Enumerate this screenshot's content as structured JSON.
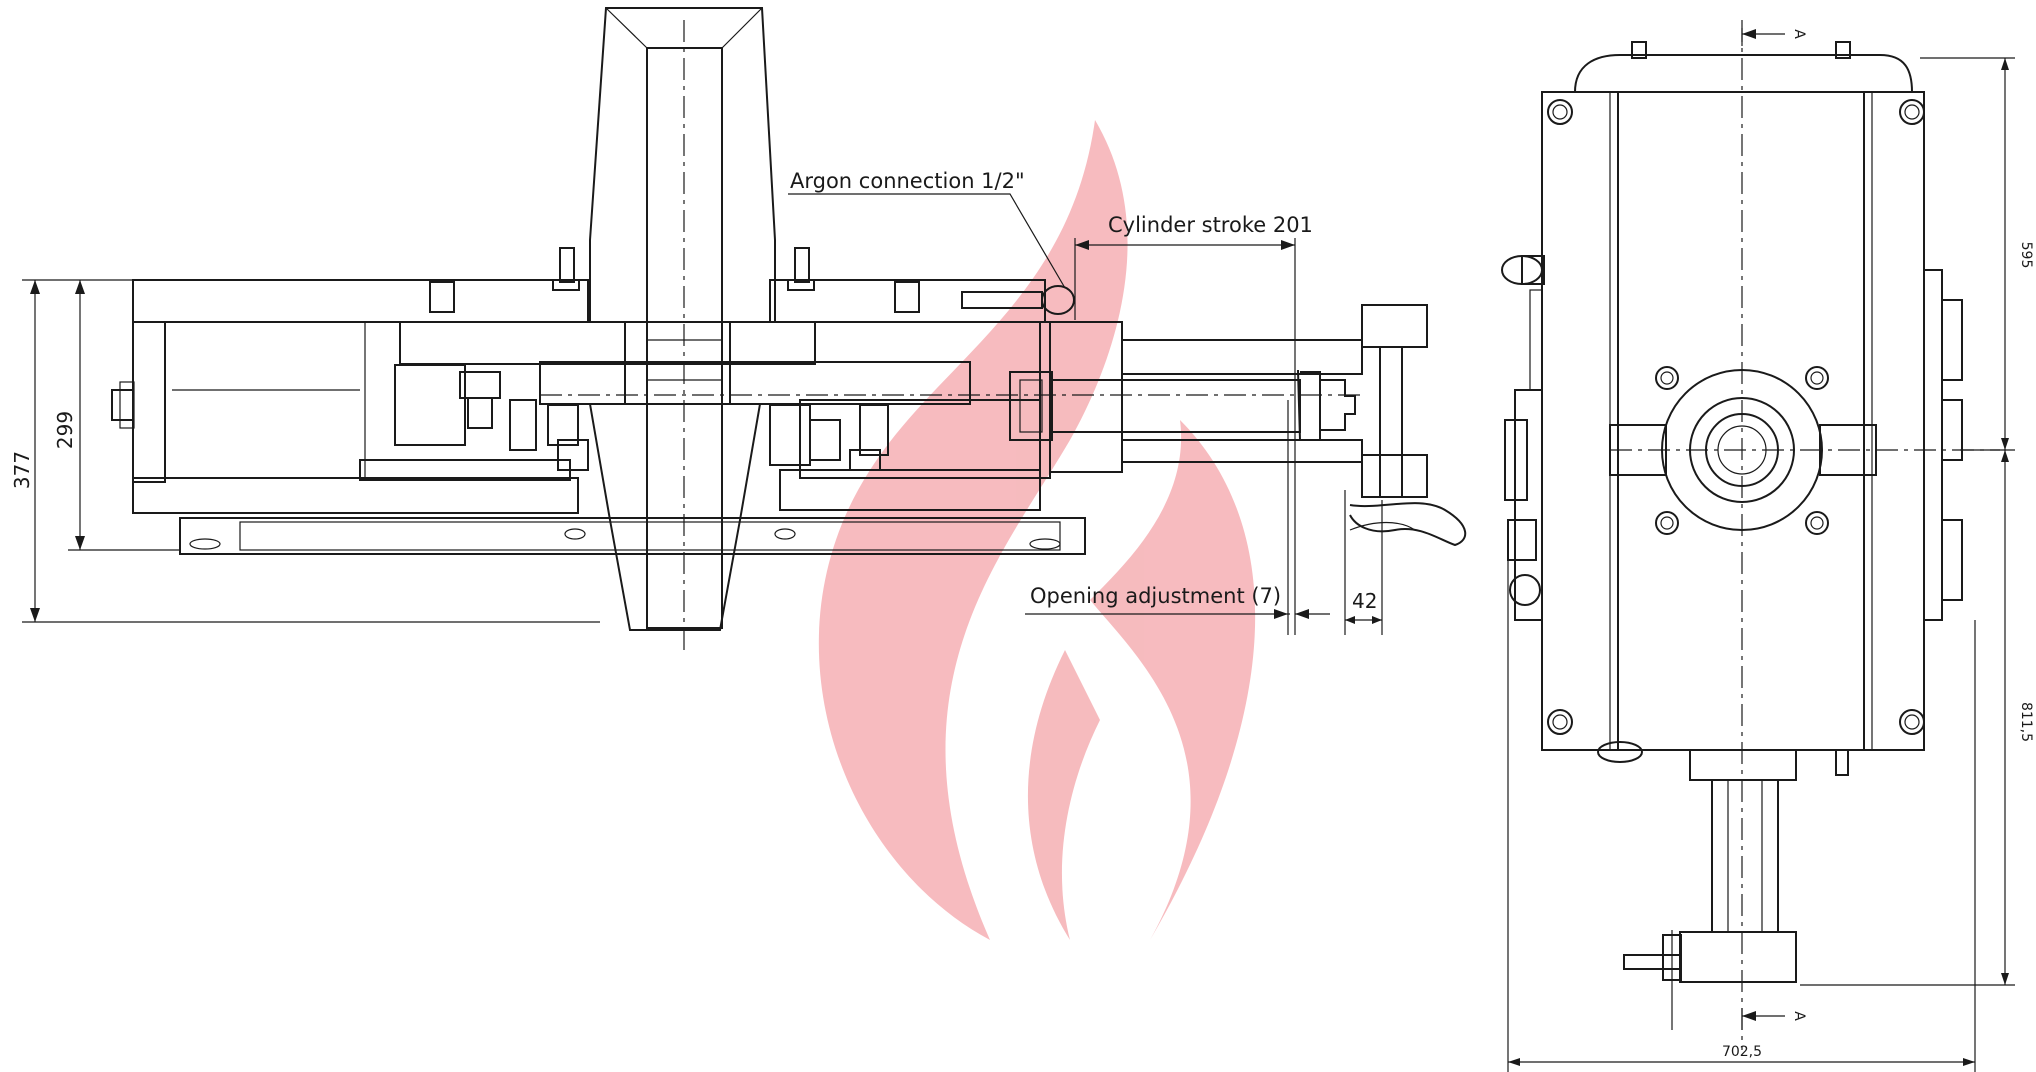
{
  "labels": {
    "argon": "Argon connection 1/2\"",
    "cylinder": "Cylinder stroke 201",
    "opening": "Opening adjustment (7)"
  },
  "dimensions": {
    "height_outer": "377",
    "height_inner": "299",
    "gap": "42",
    "right_upper": "595",
    "right_lower": "811,5",
    "width_bottom": "702,5"
  },
  "section_marks": {
    "top": "A",
    "bottom": "A"
  },
  "colors": {
    "line": "#1a1a1a",
    "refractory_fill": "#f2f2f2",
    "watermark": "#f6b4b8"
  }
}
